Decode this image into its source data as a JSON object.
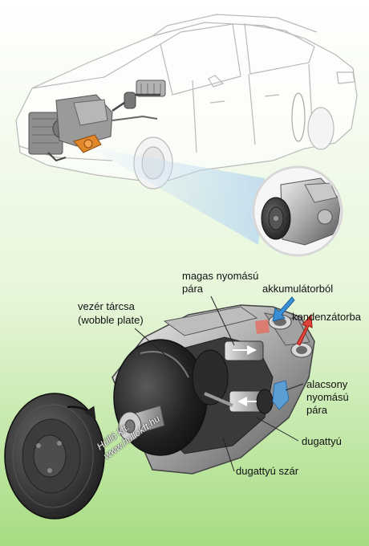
{
  "labels": {
    "high_pressure_line1": "magas nyomású",
    "high_pressure_line2": "pára",
    "from_accumulator": "akkumulátorból",
    "to_condenser": "kondenzátorba",
    "wobble_line1": "vezér tárcsa",
    "wobble_line2": "(wobble plate)",
    "low_pressure_line1": "alacsony",
    "low_pressure_line2": "nyomású",
    "low_pressure_line3": "pára",
    "piston": "dugattyú",
    "piston_rod": "dugattyú szár"
  },
  "watermark": {
    "line1": "Hülló kft.",
    "line2": "www.hullokft.hu"
  },
  "colors": {
    "background_top": "#ffffff",
    "background_bottom": "#a9de84",
    "flow_in": "#3a8fd6",
    "flow_out": "#e0443a",
    "beam": "#bcd9f2"
  }
}
